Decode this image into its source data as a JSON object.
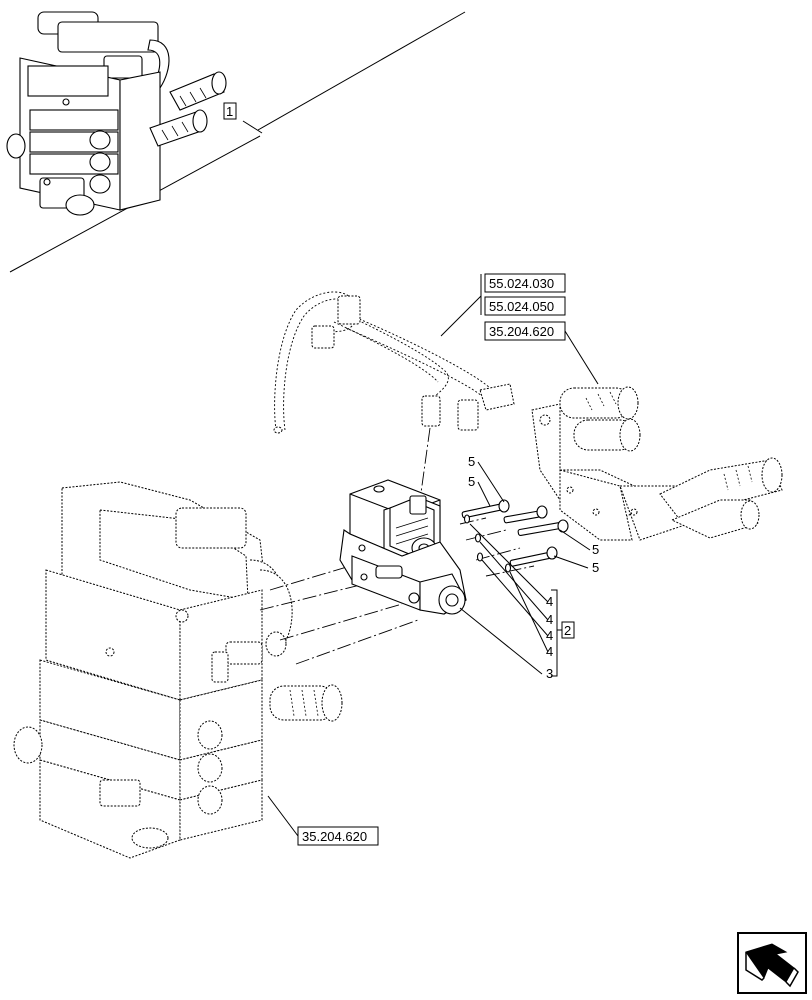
{
  "references": {
    "overview_item": "1",
    "harness_ref_1": "55.024.030",
    "harness_ref_2": "55.024.050",
    "valve_ref_upper": "35.204.620",
    "valve_ref_lower": "35.204.620",
    "kit_ref": "2"
  },
  "callouts": {
    "screw_a": "5",
    "screw_b": "5",
    "screw_c": "5",
    "screw_d": "5",
    "washer_a": "4",
    "washer_b": "4",
    "washer_c": "4",
    "washer_d": "4",
    "solenoid_valve": "3"
  },
  "icons": {
    "nav": "next-page-arrow-icon"
  }
}
